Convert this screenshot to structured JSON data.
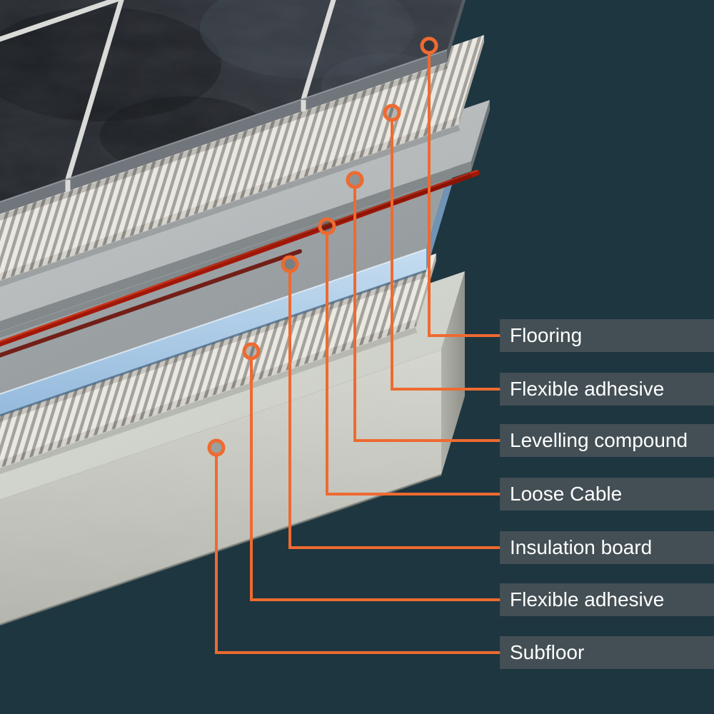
{
  "colors": {
    "background": "#1e3640",
    "accent": "#ee6a30",
    "label_box": "#465156",
    "label_text": "#ffffff",
    "cable_red": "#a21708",
    "insulation_blue": "#9cc0e2",
    "tile_dark": "#2b2f35",
    "grout_white": "#dadbd8",
    "adhesive_light": "#ebe8e2",
    "levelling_grey": "#b7bcbe",
    "subfloor_light": "#d9dbd4"
  },
  "labels": [
    "Flooring",
    "Flexible adhesive",
    "Levelling compound",
    "Loose Cable",
    "Insulation board",
    "Flexible adhesive",
    "Subfloor"
  ],
  "diagram": {
    "type": "exploded-floor-layer-stack",
    "layers": [
      {
        "label": "Flooring",
        "color": "#2b2f35"
      },
      {
        "label": "Flexible adhesive",
        "color": "#ebe8e2"
      },
      {
        "label": "Levelling compound",
        "color": "#b7bcbe"
      },
      {
        "label": "Loose Cable",
        "color": "#a21708"
      },
      {
        "label": "Insulation board",
        "color": "#9cc0e2"
      },
      {
        "label": "Flexible adhesive",
        "color": "#ebe8e2"
      },
      {
        "label": "Subfloor",
        "color": "#d9dbd4"
      }
    ]
  }
}
